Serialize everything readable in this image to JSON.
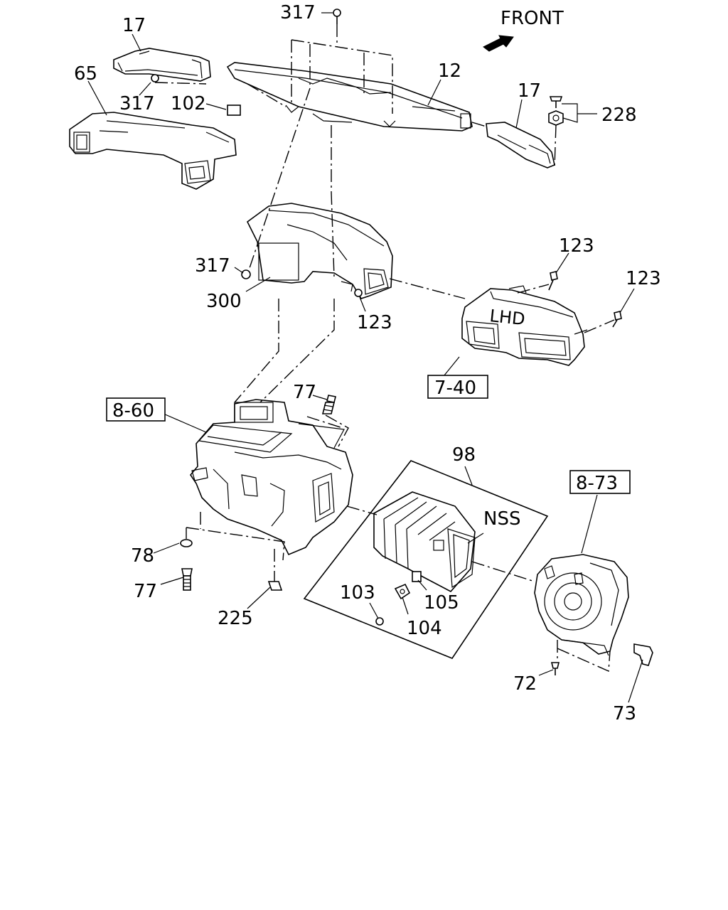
{
  "diagram": {
    "front_label": "FRONT",
    "lhd_label": "LHD",
    "nss_label": "NSS",
    "callouts": {
      "c317_top": "317",
      "c17_left": "17",
      "c65": "65",
      "c317_left": "317",
      "c102": "102",
      "c12": "12",
      "c17_right": "17",
      "c228": "228",
      "c123_top": "123",
      "c123_right": "123",
      "c317_mid": "317",
      "c300": "300",
      "c123_mid": "123",
      "c77_top": "77",
      "c98": "98",
      "c78": "78",
      "c77_bottom": "77",
      "c225": "225",
      "c103": "103",
      "c105": "105",
      "c104": "104",
      "c72": "72",
      "c73": "73"
    },
    "boxed_refs": {
      "r7_40": "7-40",
      "r8_60": "8-60",
      "r8_73": "8-73"
    }
  }
}
